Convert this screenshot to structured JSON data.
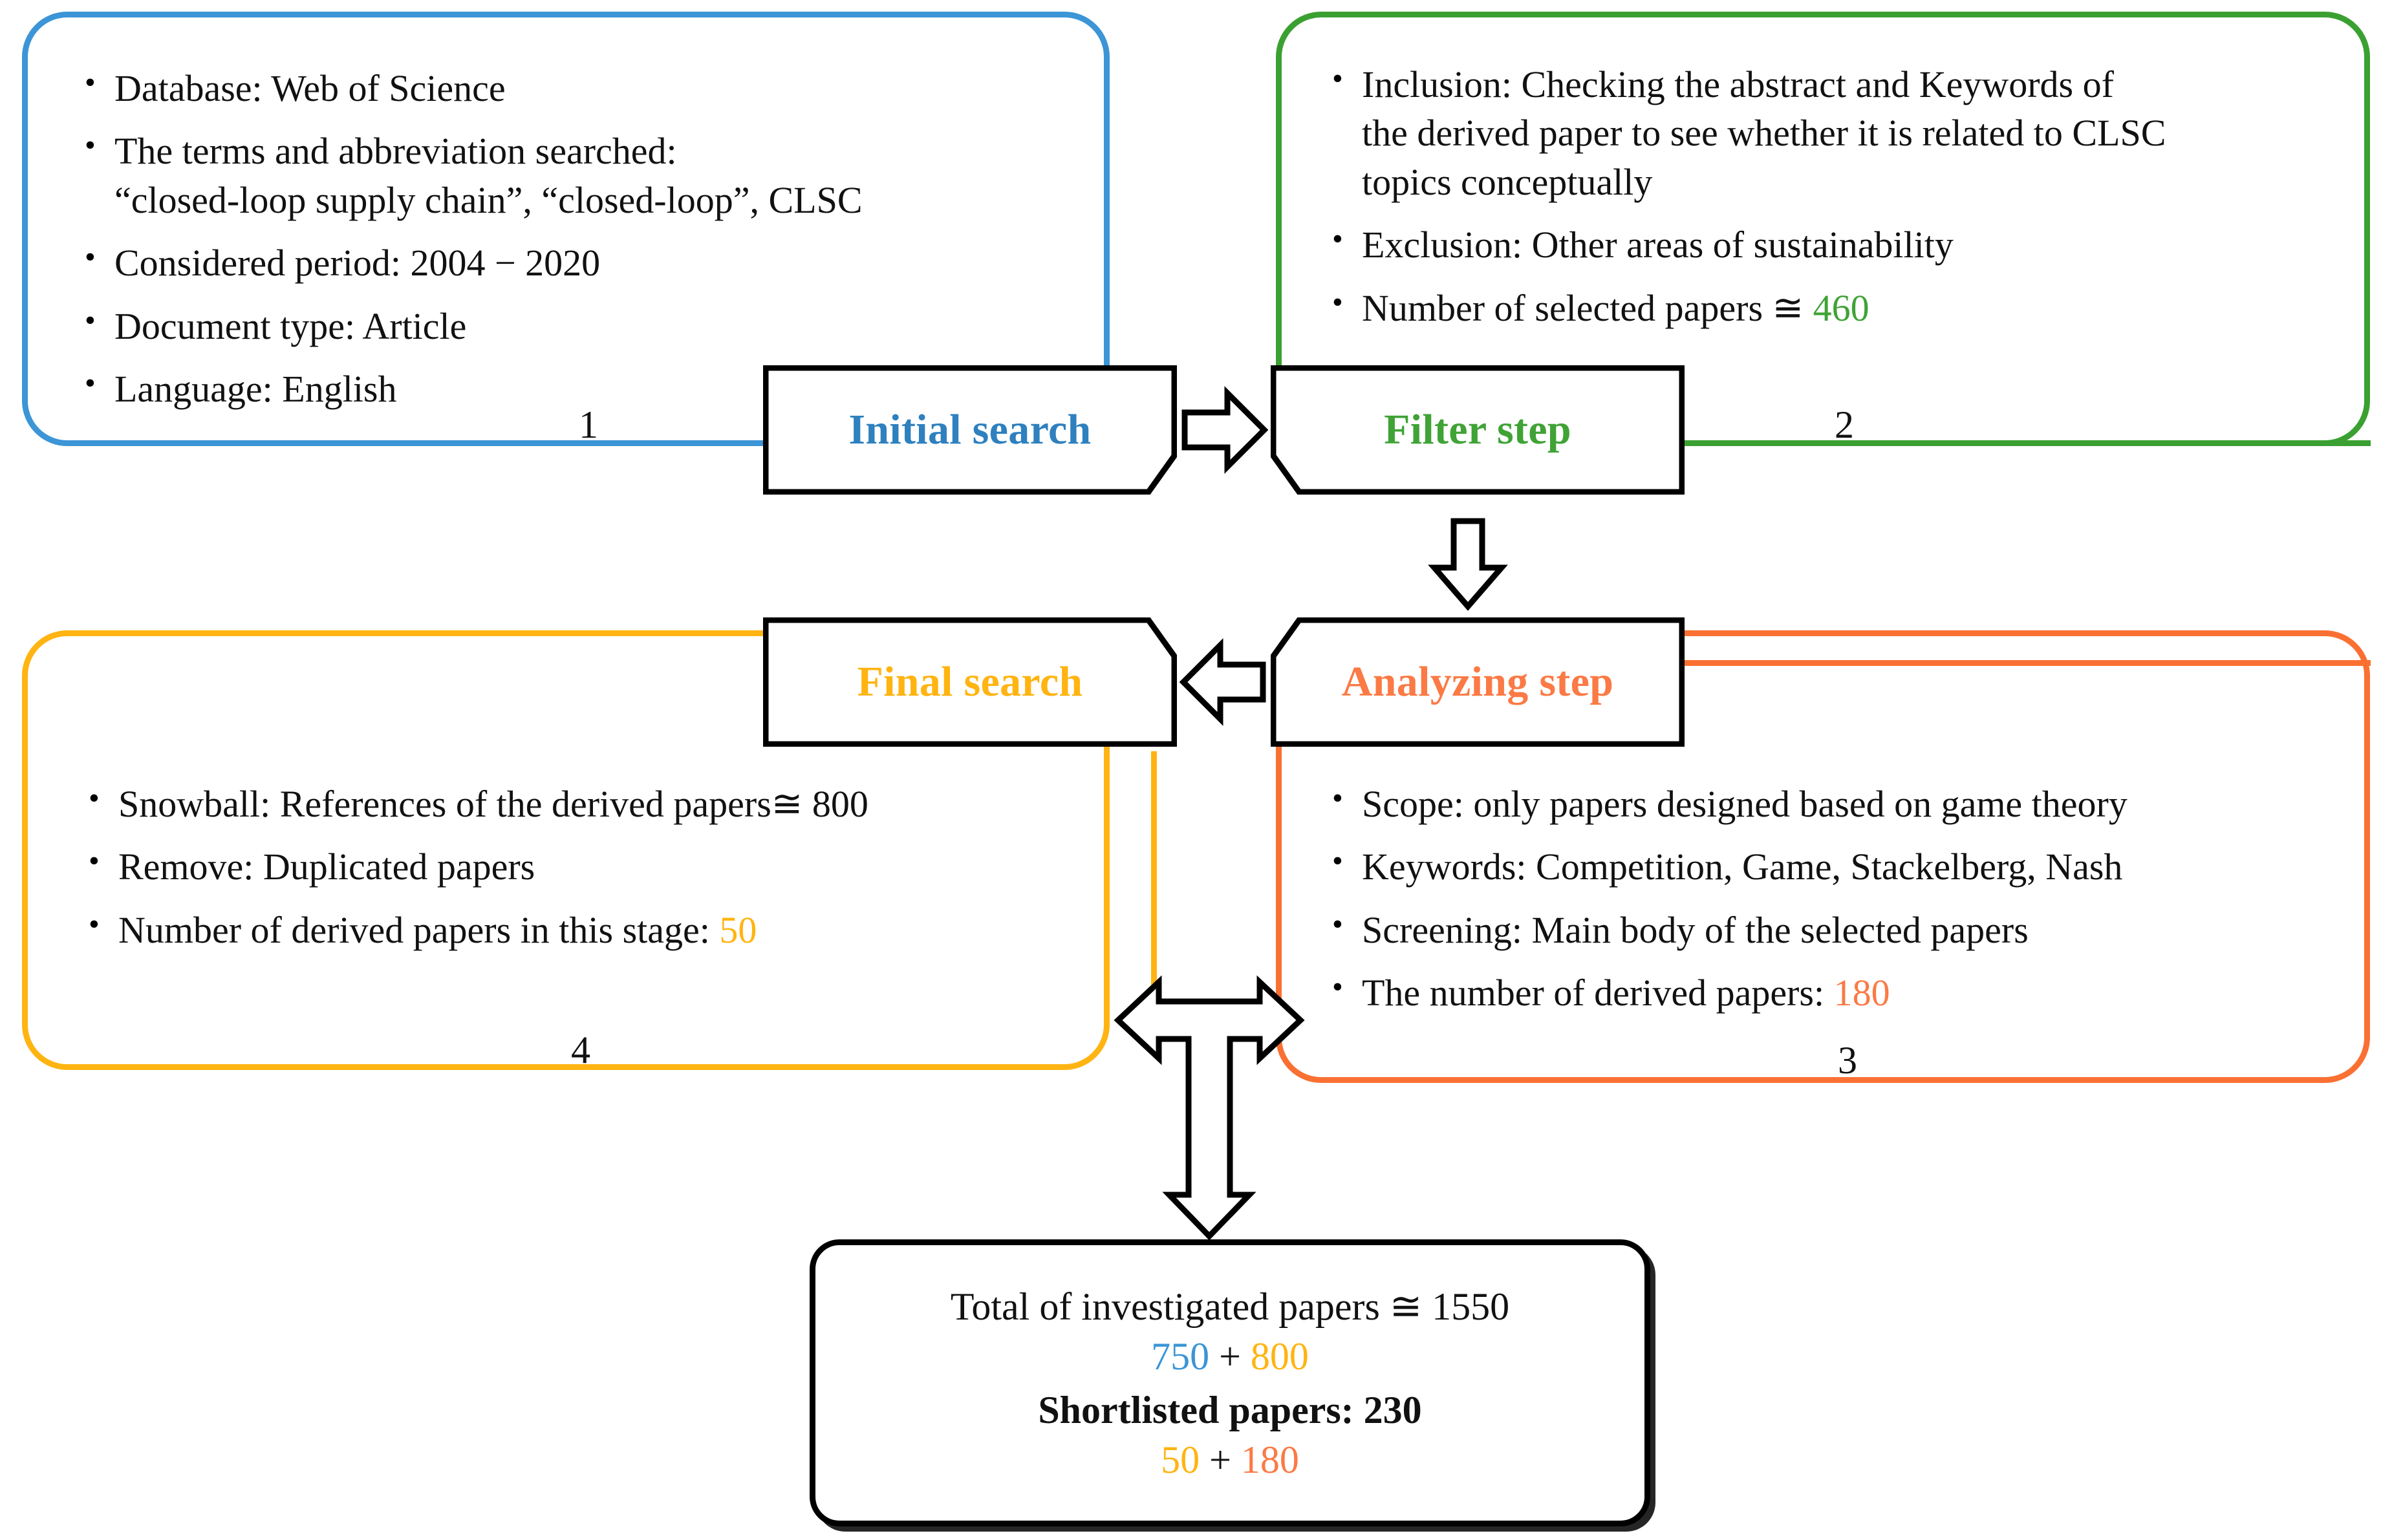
{
  "diagram": {
    "title": "Literature review selection process flowchart",
    "colors": {
      "blue": "#3C95D6",
      "blue_text": "#2E80BE",
      "green": "#3BA032",
      "green_text": "#3FA335",
      "amber": "#FFB412",
      "amber_text": "#FFB412",
      "orange": "#FA7032",
      "orange_text": "#FB7A45",
      "black": "#000000"
    }
  },
  "panels": [
    {
      "id": "panel-1",
      "number": "1",
      "accent": "#3C95D6",
      "bullets": [
        "Database: Web of Science",
        "The terms and abbreviation searched:\n“closed-loop supply chain”, “closed-loop”, CLSC",
        "Considered period: 2004 − 2020",
        "Document type: Article",
        "Language: English"
      ]
    },
    {
      "id": "panel-2",
      "number": "2",
      "accent": "#3BA032",
      "bullets": [
        "Inclusion: Checking the abstract and Keywords of\nthe derived paper to see whether it is related to CLSC\ntopics conceptually",
        "Exclusion: Other areas of sustainability",
        "Number of selected papers ≅ "
      ],
      "highlight_value": "460",
      "highlight_color": "#3FA335"
    },
    {
      "id": "panel-4",
      "number": "4",
      "accent": "#FFB412",
      "bullets": [
        "Snowball: References of the derived papers≅ 800",
        "Remove: Duplicated papers",
        "Number of derived papers in this stage: "
      ],
      "highlight_value": "50",
      "highlight_color": "#FFB412"
    },
    {
      "id": "panel-3",
      "number": "3",
      "accent": "#FA7032",
      "bullets": [
        "Scope: only papers designed based on game theory",
        "Keywords: Competition, Game, Stackelberg, Nash",
        "Screening: Main body of the selected papers",
        "The number of derived papers: "
      ],
      "highlight_value": "180",
      "highlight_color": "#FB7A45"
    }
  ],
  "steps": [
    {
      "id": "step-initial",
      "label": "Initial search",
      "color": "#2E80BE"
    },
    {
      "id": "step-filter",
      "label": "Filter step",
      "color": "#3FA335"
    },
    {
      "id": "step-final",
      "label": "Final search",
      "color": "#FFB412"
    },
    {
      "id": "step-analyzing",
      "label": "Analyzing step",
      "color": "#FB7A45"
    }
  ],
  "summary": {
    "line1": "Total of investigated papers ≅ 1550",
    "line2": {
      "a": "750",
      "op": " + ",
      "b": "800",
      "a_color": "#3C95D6",
      "b_color": "#FFB412"
    },
    "line3": "Shortlisted papers: 230",
    "line4": {
      "a": "50",
      "op": " + ",
      "b": "180",
      "a_color": "#FFB412",
      "b_color": "#FB7A45"
    }
  },
  "arrows": [
    {
      "id": "arrow-initial-to-filter",
      "direction": "right"
    },
    {
      "id": "arrow-filter-to-analyzing",
      "direction": "down"
    },
    {
      "id": "arrow-analyzing-to-final",
      "direction": "left"
    },
    {
      "id": "arrow-merge-to-summary",
      "direction": "down-split"
    }
  ]
}
